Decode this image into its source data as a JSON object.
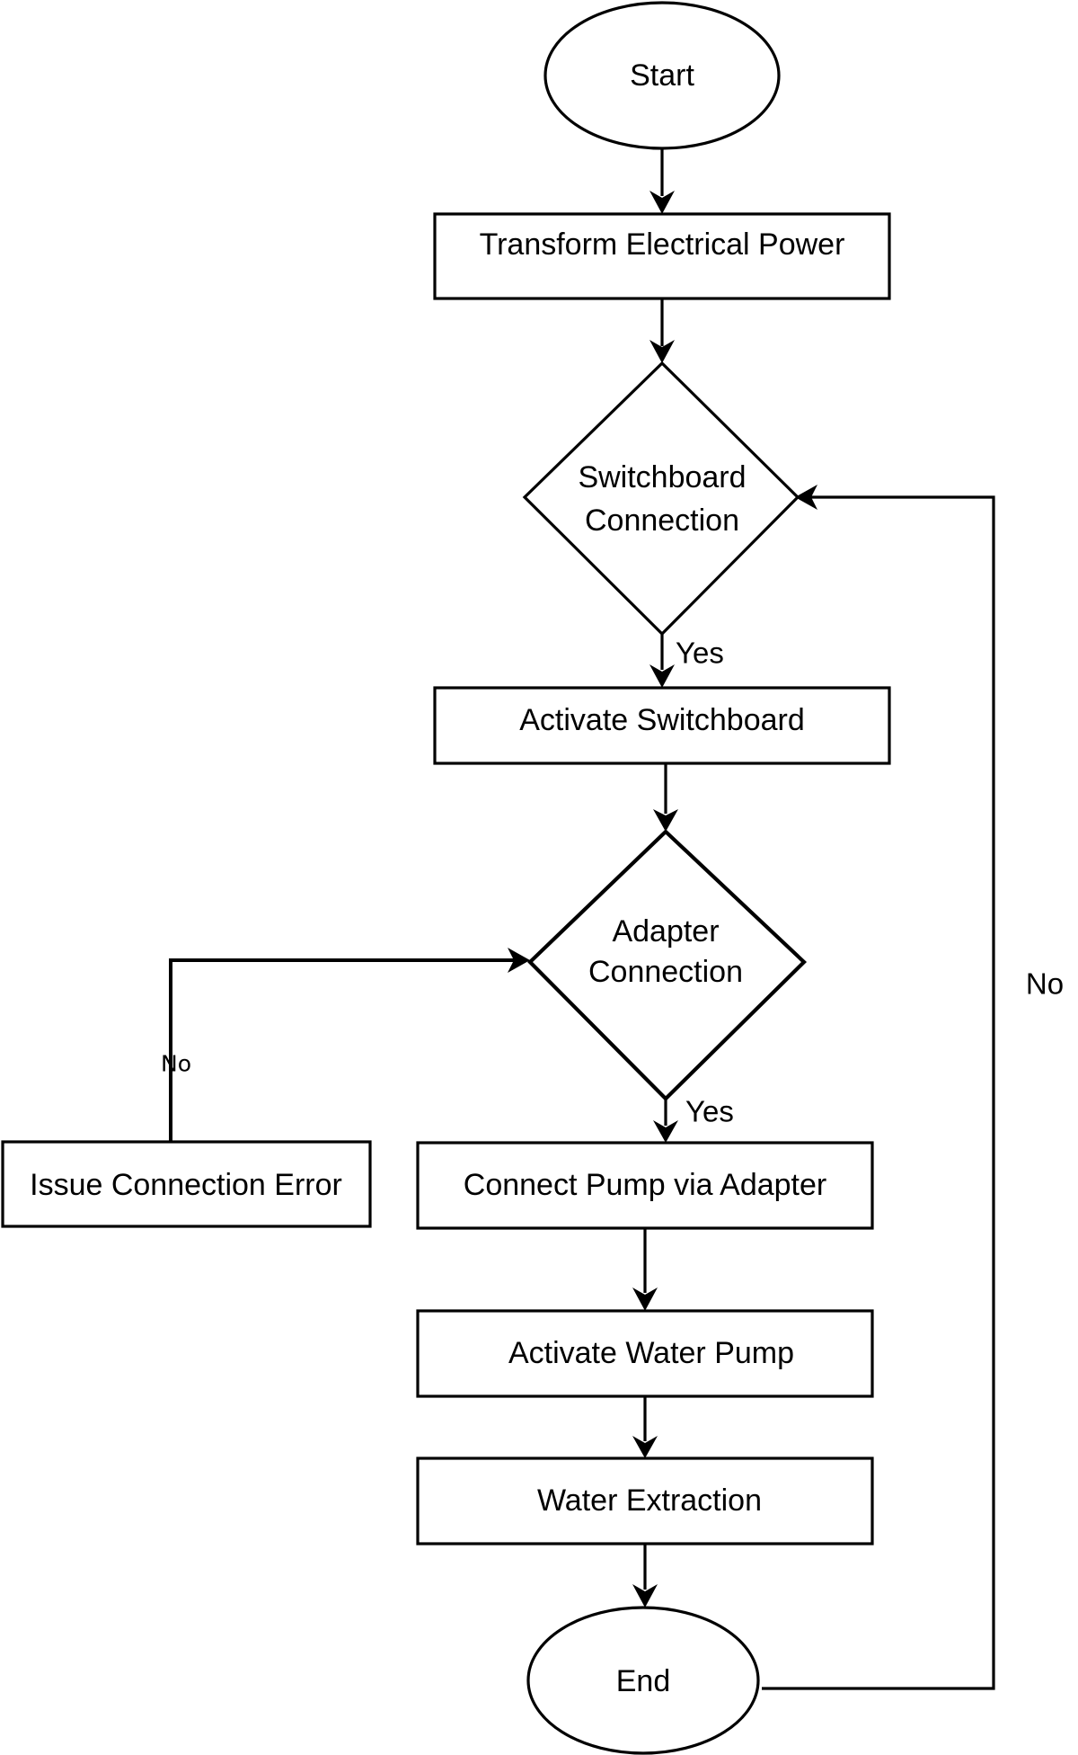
{
  "nodes": {
    "start": "Start",
    "transform": "Transform Electrical Power",
    "switchboard_line1": "Switchboard",
    "switchboard_line2": "Connection",
    "activate_switchboard": "Activate Switchboard",
    "adapter_line1": "Adapter",
    "adapter_line2": "Connection",
    "issue_error": "Issue Connection Error",
    "connect_pump": "Connect Pump via Adapter",
    "activate_pump": "Activate Water Pump",
    "water_extraction": "Water Extraction",
    "end": "End"
  },
  "edges": {
    "switchboard_yes": "Yes",
    "adapter_yes": "Yes",
    "adapter_no": "No",
    "end_no": "No"
  },
  "colors": {
    "stroke": "#000000",
    "fill": "#ffffff"
  }
}
